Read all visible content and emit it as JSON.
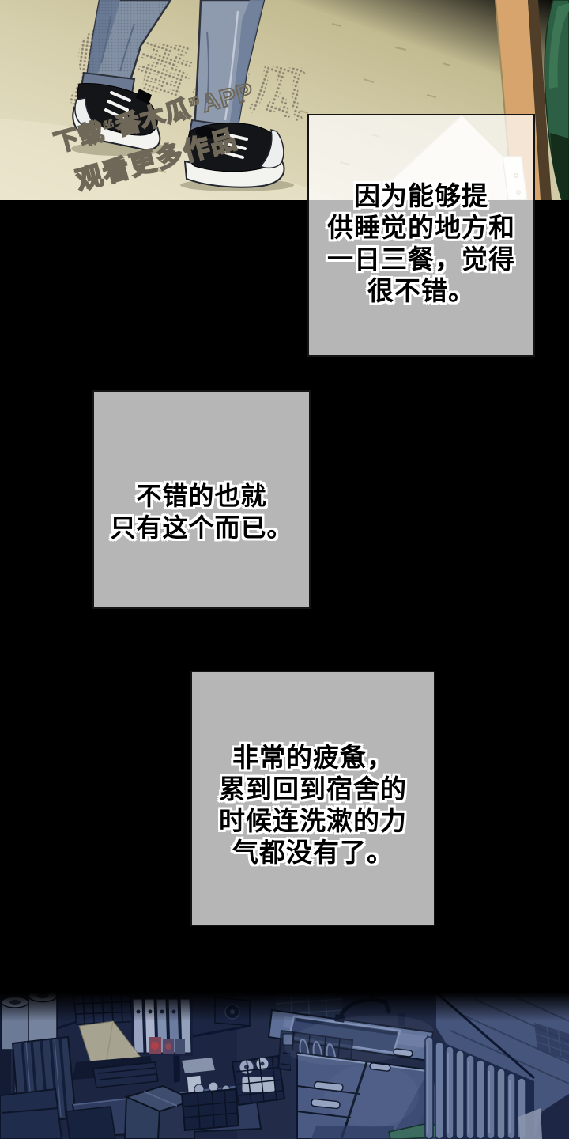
{
  "page": {
    "speech_boxes": [
      {
        "lines": [
          "因为能够提",
          "供睡觉的地方和",
          "一日三餐，觉得",
          "很不错。"
        ]
      },
      {
        "lines": [
          "不错的也就",
          "只有这个而已。"
        ]
      },
      {
        "lines": [
          "非常的疲惫，",
          "累到回到宿舍的",
          "时候连洗漱的力",
          "气都没有了。"
        ]
      }
    ],
    "watermark": {
      "big_text": "番木瓜",
      "line1": "下载“番木瓜”APP",
      "line2": "观看更多作品"
    },
    "colors": {
      "gutter_black": "#000000",
      "floor_beige": "#d6cfad",
      "floor_olive": "#ada468",
      "speech_box_gray": "#b5b5b5",
      "jeans_blue": "#8593a7",
      "sneaker_black": "#141519",
      "door_tan": "#d7a46d",
      "green_object": "#2d5f44",
      "night_blue": "#222c49",
      "teal_mat": "#3c6b60"
    }
  }
}
